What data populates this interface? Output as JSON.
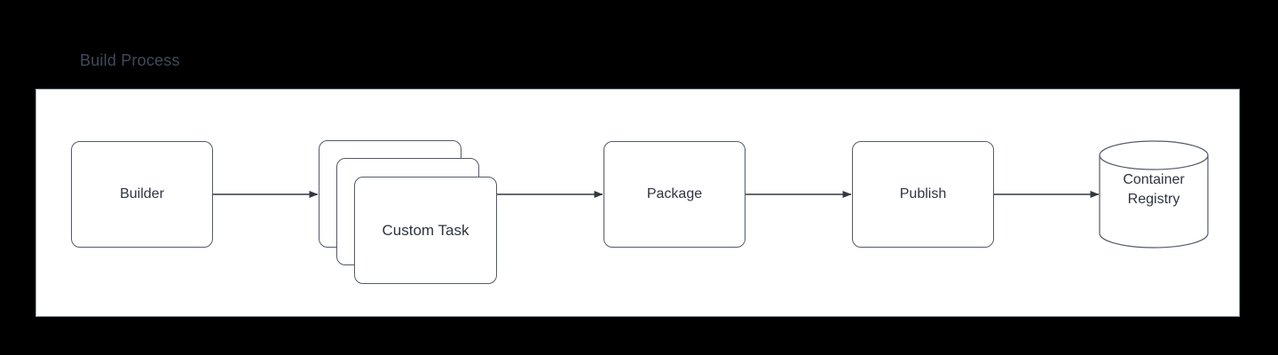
{
  "diagram": {
    "title": "Build Process",
    "title_color": "#3f4a5a",
    "background_color": "#000000",
    "panel_color": "#ffffff",
    "node_border_color": "#545b66",
    "text_color": "#2e3440",
    "edge_color": "#32383f",
    "type": "flowchart",
    "direction": "left-to-right",
    "nodes": [
      {
        "id": "builder",
        "label": "Builder",
        "shape": "rounded-rectangle"
      },
      {
        "id": "custom-task",
        "label": "Custom Task",
        "shape": "stacked-rounded-rectangle",
        "stack_count": 3
      },
      {
        "id": "package",
        "label": "Package",
        "shape": "rounded-rectangle"
      },
      {
        "id": "publish",
        "label": "Publish",
        "shape": "rounded-rectangle"
      },
      {
        "id": "container-registry",
        "label_line_1": "Container",
        "label_line_2": "Registry",
        "shape": "cylinder"
      }
    ],
    "edges": [
      {
        "from": "builder",
        "to": "custom-task",
        "arrow": "filled-triangle"
      },
      {
        "from": "custom-task",
        "to": "package",
        "arrow": "filled-triangle"
      },
      {
        "from": "package",
        "to": "publish",
        "arrow": "filled-triangle"
      },
      {
        "from": "publish",
        "to": "container-registry",
        "arrow": "filled-triangle"
      }
    ]
  }
}
